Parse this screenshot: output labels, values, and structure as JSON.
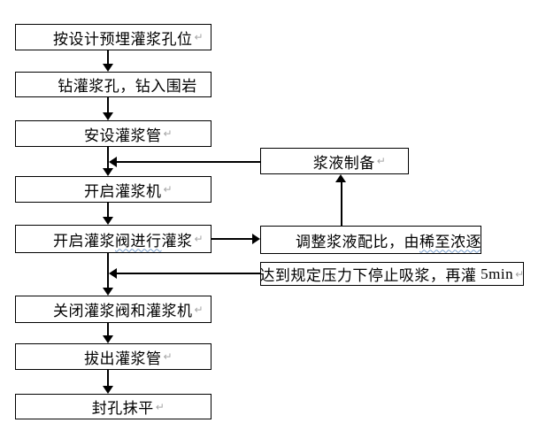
{
  "diagram": {
    "type": "flowchart",
    "subject": "grouting-process-flow",
    "nodes": {
      "n1": {
        "text": "按设计预埋灌浆孔位",
        "mark": "↵"
      },
      "n2": {
        "text": "钻灌浆孔，钻入围岩",
        "mark": ""
      },
      "n3": {
        "text": "安设灌浆管",
        "mark": "↵"
      },
      "n4": {
        "text": "开启灌浆机",
        "mark": "↵"
      },
      "n5": {
        "pre": "开启灌浆",
        "wavy": "阀进行",
        "post": "灌浆",
        "mark": "↵"
      },
      "n6": {
        "text": "关闭灌浆阀和灌浆机",
        "mark": "↵"
      },
      "n7": {
        "text": "拔出灌浆管",
        "mark": "↵"
      },
      "n8": {
        "text": "封孔抹平",
        "mark": "↵"
      },
      "r1": {
        "text": "浆液制备",
        "mark": "↵"
      },
      "r2": {
        "pre": "调整浆液配比，由",
        "wavy": "稀至浓逐",
        "post": "",
        "mark": ""
      },
      "r3": {
        "pre": "达到规定压力下停止吸浆，再灌 ",
        "latin": "5min",
        "mark": "↵"
      }
    },
    "edges": [
      {
        "from": "n1",
        "to": "n2",
        "arrow": "down"
      },
      {
        "from": "n2",
        "to": "n3",
        "arrow": "down"
      },
      {
        "from": "n3",
        "to": "n4",
        "arrow": "down"
      },
      {
        "from": "r1",
        "to": "connector-n3-n4",
        "arrow": "left"
      },
      {
        "from": "n4",
        "to": "n5",
        "arrow": "down"
      },
      {
        "from": "n5",
        "to": "r2",
        "arrow": "right"
      },
      {
        "from": "r2",
        "to": "r1",
        "arrow": "up"
      },
      {
        "from": "n5",
        "to": "n6",
        "arrow": "down"
      },
      {
        "from": "r3",
        "to": "connector-n5-n6",
        "arrow": "left"
      },
      {
        "from": "n6",
        "to": "n7",
        "arrow": "down"
      },
      {
        "from": "n7",
        "to": "n8",
        "arrow": "down"
      }
    ],
    "colors": {
      "line": "#000000",
      "text": "#000000",
      "paragraph_mark": "#a6a6a6",
      "spellcheck_underline": "#7ba0cc",
      "background": "#ffffff"
    }
  }
}
